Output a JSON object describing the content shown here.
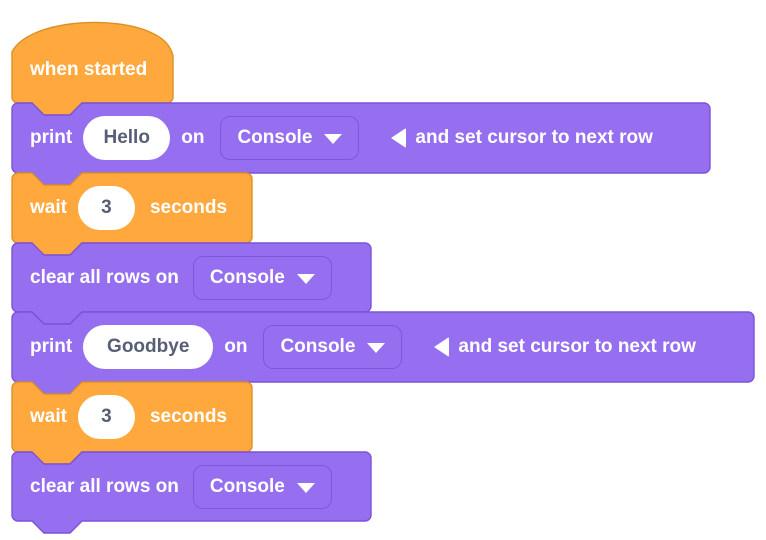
{
  "palette": {
    "purple_fill": "#966FF0",
    "purple_stroke": "#7C52D6",
    "orange_fill": "#FFA83E",
    "orange_stroke": "#DB9123",
    "dropdown_border": "#7E58D8",
    "block_text": "#FFFFFF",
    "field_text": "#575E75",
    "background": "#FFFFFF"
  },
  "icons": {
    "dropdown_caret": "chevron-down-icon",
    "collapse_arrow": "left-triangle-icon"
  },
  "blocks": [
    {
      "kind": "hat",
      "text": "when started"
    },
    {
      "kind": "print",
      "print_label": "print",
      "value": "Hello",
      "on_label": "on",
      "target": "Console",
      "suffix_label": "and set cursor to next row"
    },
    {
      "kind": "wait",
      "wait_label": "wait",
      "value": "3",
      "seconds_label": "seconds"
    },
    {
      "kind": "clear",
      "label": "clear all rows on",
      "target": "Console"
    },
    {
      "kind": "print",
      "print_label": "print",
      "value": "Goodbye",
      "on_label": "on",
      "target": "Console",
      "suffix_label": "and set cursor to next row"
    },
    {
      "kind": "wait",
      "wait_label": "wait",
      "value": "3",
      "seconds_label": "seconds"
    },
    {
      "kind": "clear",
      "label": "clear all rows on",
      "target": "Console"
    }
  ]
}
